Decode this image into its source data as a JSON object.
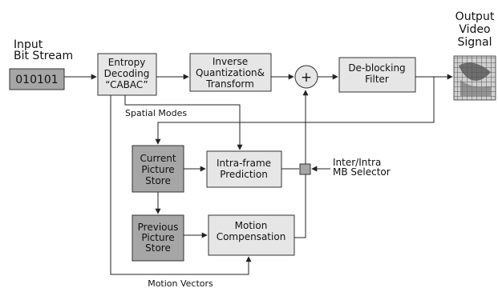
{
  "labels": {
    "input": [
      "Input",
      "Bit Stream"
    ],
    "output": [
      "Output",
      "Video",
      "Signal"
    ],
    "bits": "010101",
    "entropy": [
      "Entropy",
      "Decoding",
      "“CABAC”"
    ],
    "inverse": [
      "Inverse",
      "Quantization&",
      "Transform"
    ],
    "sum": "+",
    "deblock": [
      "De-blocking",
      "Filter"
    ],
    "spatial_modes": "Spatial Modes",
    "current": [
      "Current",
      "Picture",
      "Store"
    ],
    "intra": [
      "Intra-frame",
      "Prediction"
    ],
    "selector": [
      "Inter/Intra",
      "MB Selector"
    ],
    "previous": [
      "Previous",
      "Picture",
      "Store"
    ],
    "motion_comp": [
      "Motion",
      "Compensation"
    ],
    "motion_vectors": "Motion Vectors"
  },
  "colors": {
    "light_box": "#e6e6e6",
    "dark_box": "#a6a6a6",
    "stroke": "#333333"
  }
}
